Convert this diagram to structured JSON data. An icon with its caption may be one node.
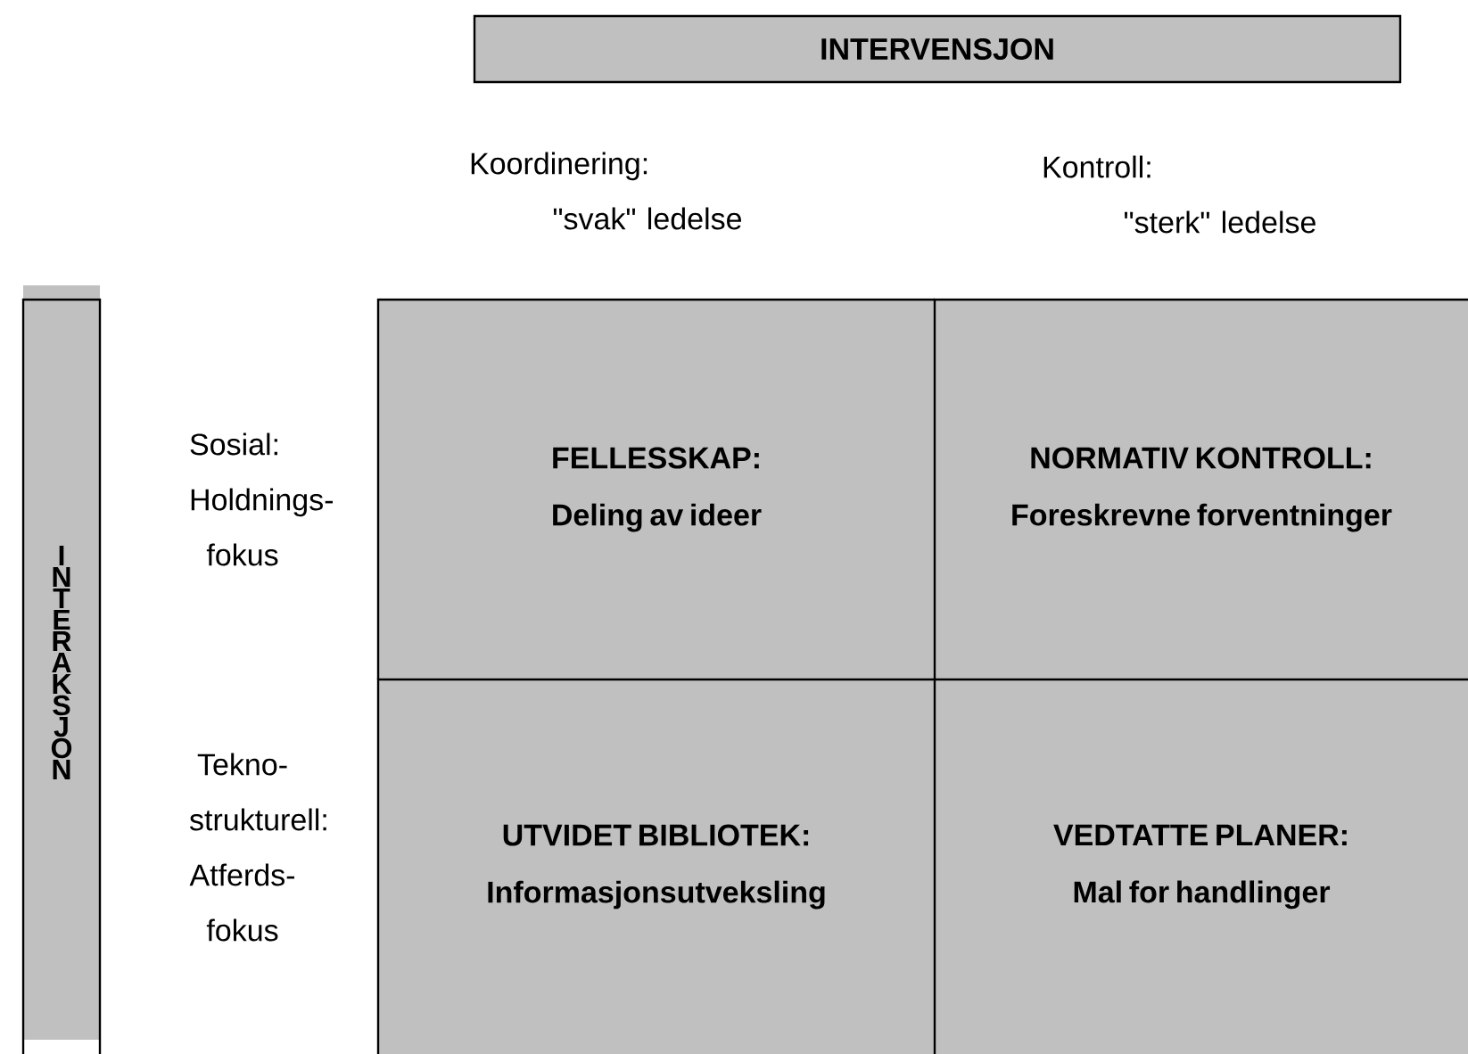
{
  "diagram": {
    "nodes": [
      {
        "text": [
          "INTERVENSJON"
        ]
      },
      {
        "text": [
          "INTERAKSJON"
        ]
      },
      {
        "text": [
          "FELLESSKAP:",
          "Deling av ideer"
        ]
      },
      {
        "text": [
          "NORMATIV KONTROLL:",
          "Foreskrevne forventninger"
        ]
      },
      {
        "text": [
          "UTVIDET BIBLIOTEK:",
          "Informasjonsutveksling"
        ]
      },
      {
        "text": [
          "VEDTATTE PLANER:",
          "Mal for handlinger"
        ]
      }
    ],
    "labels": [
      "Koordinering: \"svak\" ledelse",
      "Kontroll: \"sterk\" ledelse",
      "Sosial: Holdnings- fokus",
      "Tekno- strukturell: Atferds- fokus"
    ]
  }
}
